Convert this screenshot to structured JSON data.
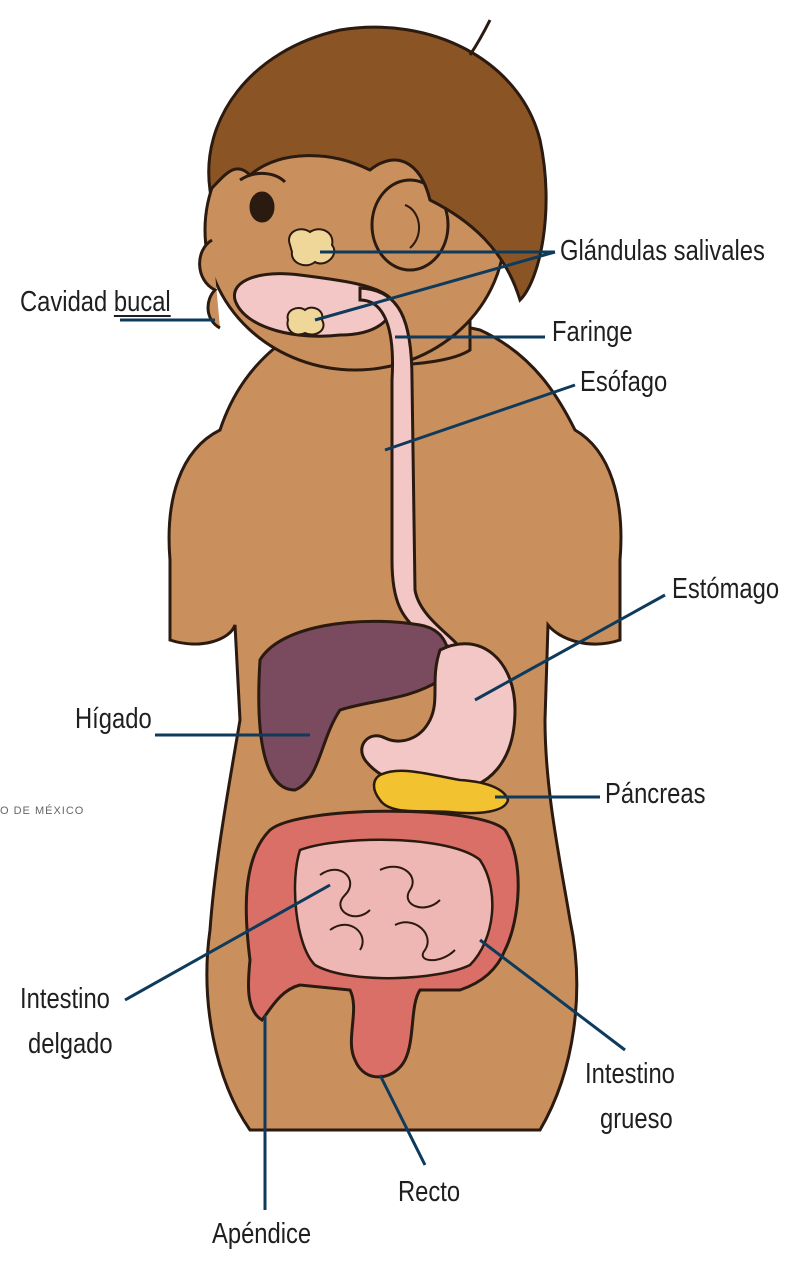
{
  "diagram": {
    "labels": {
      "cavidad_bucal_a": "Cavidad",
      "cavidad_bucal_b": "bucal",
      "glandulas_salivales": "Glándulas salivales",
      "faringe": "Faringe",
      "esofago": "Esófago",
      "estomago": "Estómago",
      "higado": "Hígado",
      "pancreas": "Páncreas",
      "intestino_delgado_1": "Intestino",
      "intestino_delgado_2": "delgado",
      "intestino_grueso_1": "Intestino",
      "intestino_grueso_2": "grueso",
      "recto": "Recto",
      "apendice": "Apéndice"
    },
    "watermark": "O DE MÉXICO",
    "colors": {
      "leader_line": "#0e3a5c",
      "skin": "#c98f5c",
      "hair": "#8a5424",
      "liver": "#7a4a5e",
      "tract": "#f3c7c6",
      "intestine": "#d96f66",
      "pancreas": "#f2c230",
      "gland": "#efd79a"
    }
  }
}
